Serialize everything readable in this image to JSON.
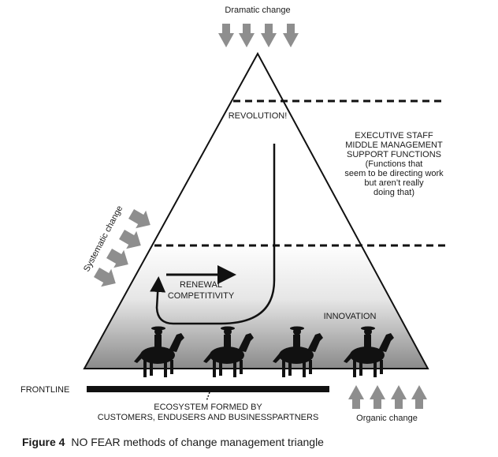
{
  "diagram": {
    "top_label": "Dramatic change",
    "left_label": "Systematic change",
    "bottom_right_label": "Organic change",
    "revolution": "REVOLUTION!",
    "executive_lines": [
      "EXECUTIVE STAFF",
      "MIDDLE MANAGEMENT",
      "SUPPORT FUNCTIONS",
      "(Functions that",
      "seem to be directing work",
      "but aren’t really",
      "doing that)"
    ],
    "renewal_lines": [
      "RENEWAL",
      "COMPETITIVITY"
    ],
    "innovation": "INNOVATION",
    "frontline": "FRONTLINE",
    "ecosystem_lines": [
      "ECOSYSTEM FORMED BY",
      "CUSTOMERS, ENDUSERS AND BUSINESSPARTNERS"
    ],
    "arrow_color": "#8e8e8e",
    "riders": 4
  },
  "caption": {
    "figure": "Figure 4",
    "text": "NO FEAR methods of change management triangle"
  }
}
